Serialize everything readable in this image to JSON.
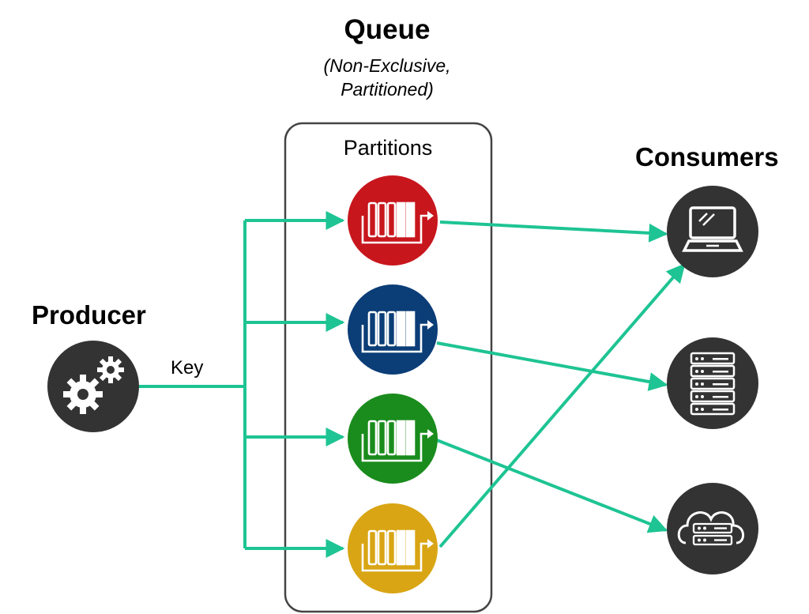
{
  "queue": {
    "title": "Queue",
    "subtitle_line1": "(Non-Exclusive,",
    "subtitle_line2": "Partitioned)",
    "partitions_label": "Partitions",
    "partitions": [
      {
        "color": "#c8161d"
      },
      {
        "color": "#0b3d77"
      },
      {
        "color": "#1a8c1d"
      },
      {
        "color": "#d9a514"
      }
    ]
  },
  "producer": {
    "label": "Producer",
    "key_label": "Key"
  },
  "consumers": {
    "label": "Consumers",
    "items": [
      {
        "icon": "laptop-icon"
      },
      {
        "icon": "server-icon"
      },
      {
        "icon": "cloud-server-icon"
      }
    ]
  },
  "colors": {
    "arrow": "#1ec493",
    "icon_bg": "#333333",
    "box_stroke": "#444444"
  }
}
